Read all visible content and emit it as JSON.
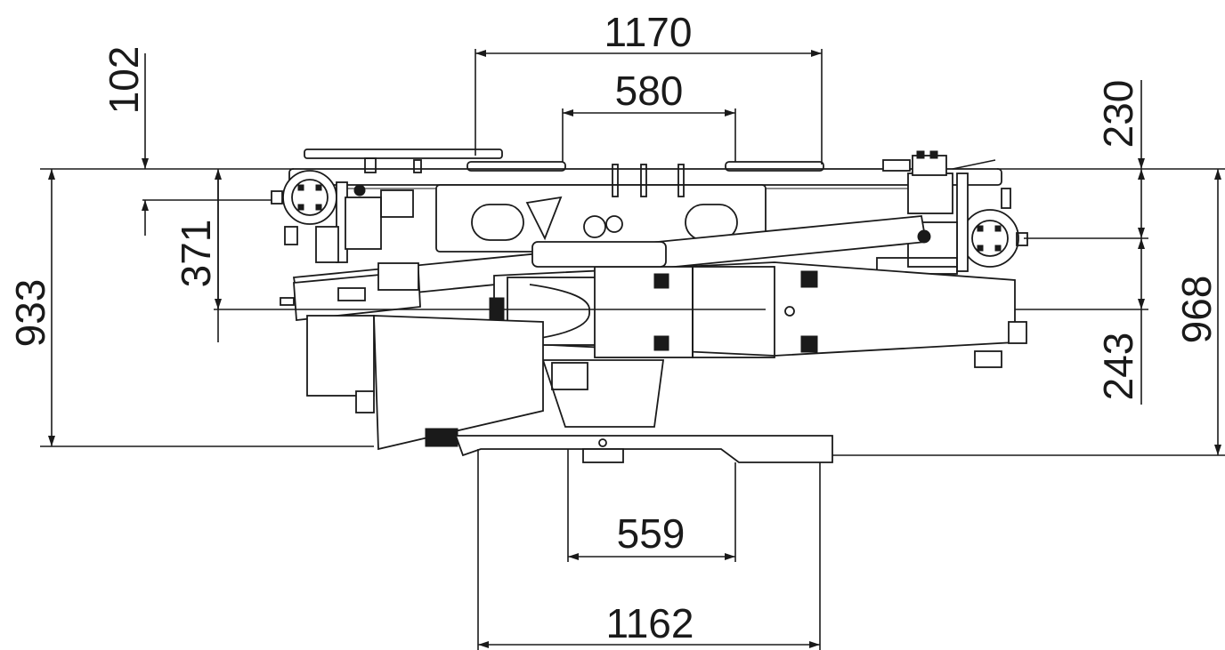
{
  "dimensions": {
    "top_overall": "1170",
    "top_inner": "580",
    "left_offset": "102",
    "left_mid": "371",
    "left_overall": "933",
    "right_top": "230",
    "right_mid": "243",
    "right_overall": "968",
    "bottom_inner": "559",
    "bottom_overall": "1162"
  }
}
